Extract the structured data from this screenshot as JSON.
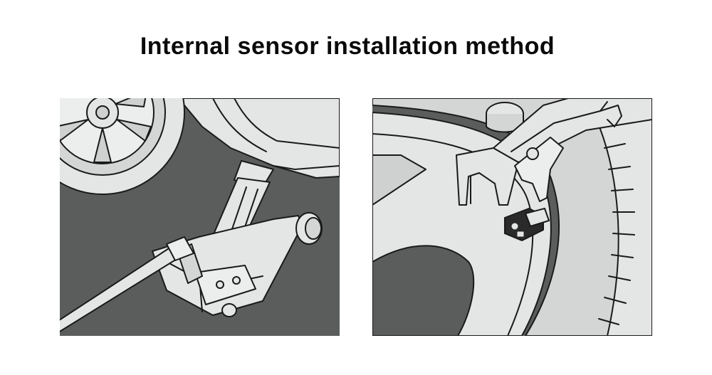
{
  "page": {
    "title": "Internal sensor installation method"
  },
  "illustrations": [
    {
      "name": "car-jack-illustration"
    },
    {
      "name": "tire-bead-breaker-illustration"
    }
  ],
  "colors": {
    "panel_bg": "#5a5d5c",
    "line_art_fill": "#e4e6e5",
    "outline": "#1a1a1a",
    "title_text": "#0a0a0a"
  }
}
